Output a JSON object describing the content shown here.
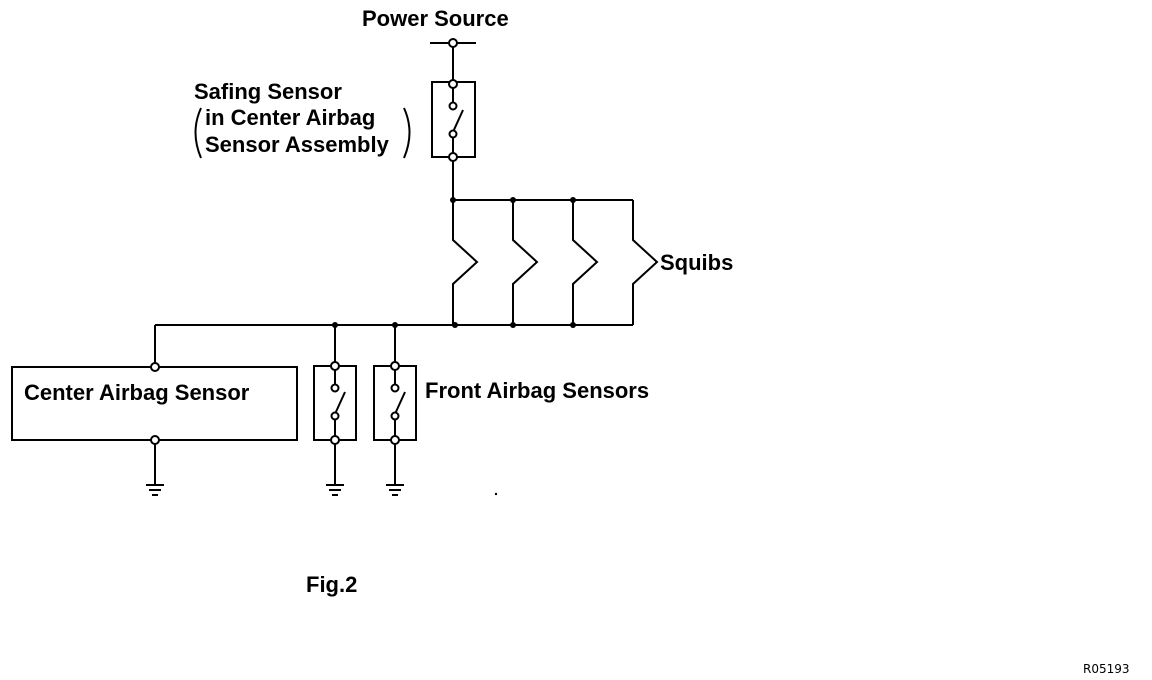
{
  "labels": {
    "power_source": "Power Source",
    "safing_sensor_line1": "Safing Sensor",
    "safing_sensor_line2": "in Center Airbag",
    "safing_sensor_line3": "Sensor Assembly",
    "squibs": "Squibs",
    "center_airbag_sensor": "Center Airbag Sensor",
    "front_airbag_sensors": "Front Airbag Sensors",
    "figure_caption": "Fig.2",
    "reference_code": "R05193"
  },
  "colors": {
    "line": "#000000",
    "background": "#ffffff"
  },
  "components": {
    "squib_count": 4,
    "front_sensor_count": 2,
    "ground_count": 3
  }
}
